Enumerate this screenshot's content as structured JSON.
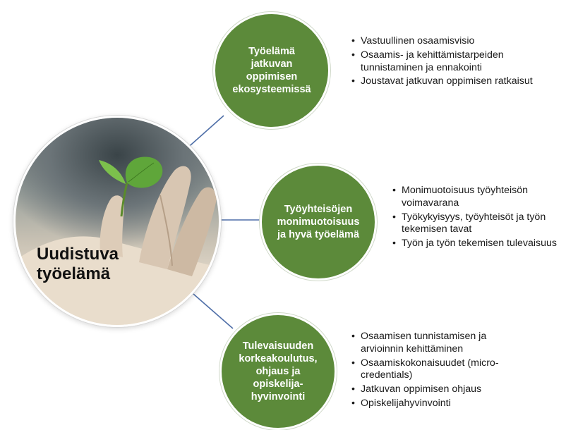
{
  "center": {
    "title": "Uudistuva\ntyöelämä",
    "image": "seedling-in-hand"
  },
  "nodes": [
    {
      "title": "Työelämä\njatkuvan\noppimisen\nekosysteemissä",
      "bullets": [
        "Vastuullinen osaamisvisio",
        "Osaamis- ja kehittämistarpeiden tunnistaminen ja ennakointi",
        "Joustavat jatkuvan oppimisen ratkaisut"
      ]
    },
    {
      "title": "Työyhteisöjen\nmonimuotoisuus\nja hyvä työelämä",
      "bullets": [
        "Monimuotoisuus työyhteisön voimavarana",
        "Työkykyisyys, työyhteisöt ja työn tekemisen tavat",
        "Työn ja työn tekemisen tulevaisuus"
      ]
    },
    {
      "title": "Tulevaisuuden\nkorkeakoulutus,\nohjaus ja\nopiskelija-\nhyvinvointi",
      "bullets": [
        "Osaamisen tunnistamisen ja arvioinnin kehittäminen",
        "Osaamiskokonaisuudet (micro-credentials)",
        "Jatkuvan oppimisen ohjaus",
        "Opiskelijahyvinvointi"
      ]
    }
  ],
  "colors": {
    "node": "#5c8a3a",
    "connector": "#4f6fa8",
    "text": "#1a1a1a"
  }
}
